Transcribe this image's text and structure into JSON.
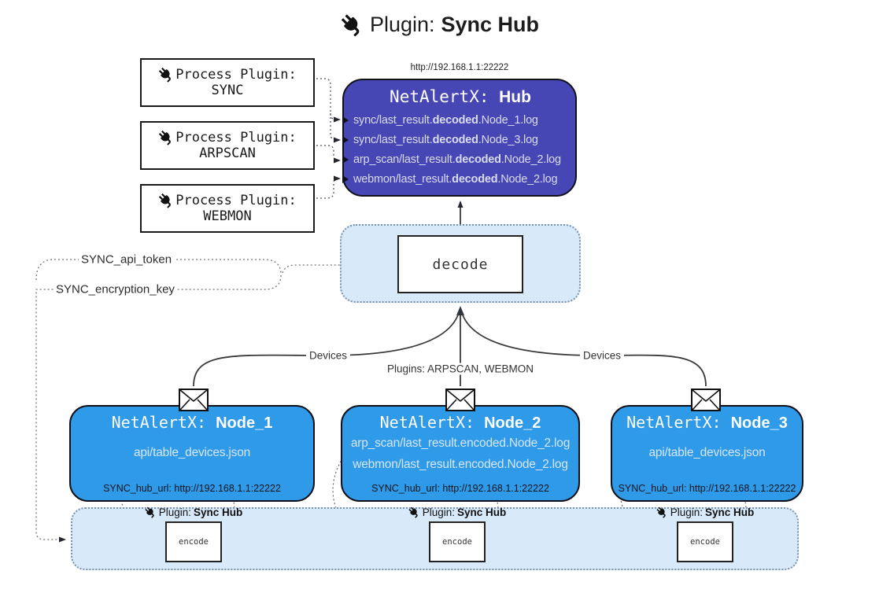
{
  "title": {
    "icon": "plug-icon",
    "pre": "Plugin: ",
    "bold": "Sync Hub"
  },
  "colors": {
    "hub_fill": "#4646B4",
    "node_fill": "#2E9AE8",
    "panel_fill": "#D8E9FA",
    "panel_border": "#7C93AD",
    "arrow": "#333333",
    "hub_text": "#D9DCEF"
  },
  "process_plugins": [
    {
      "line1": "Process Plugin:",
      "name": "SYNC"
    },
    {
      "line1": "Process Plugin:",
      "name": "ARPSCAN"
    },
    {
      "line1": "Process Plugin:",
      "name": "WEBMON"
    }
  ],
  "hub": {
    "url": "http://192.168.1.1:22222",
    "title_pre": "NetAlertX: ",
    "title_bold": "Hub",
    "lines": [
      {
        "pre": "sync/last_result.",
        "bold": "decoded",
        "post": ".Node_1.log"
      },
      {
        "pre": "sync/last_result.",
        "bold": "decoded",
        "post": ".Node_3.log"
      },
      {
        "pre": "arp_scan/last_result.",
        "bold": "decoded",
        "post": ".Node_2.log"
      },
      {
        "pre": "webmon/last_result.",
        "bold": "decoded",
        "post": ".Node_2.log"
      }
    ]
  },
  "decode": {
    "label": "decode"
  },
  "config": {
    "api_token": "SYNC_api_token",
    "encryption_key": "SYNC_encryption_key"
  },
  "edges": {
    "left": "Devices",
    "middle": "Plugins: ARPSCAN, WEBMON",
    "right": "Devices"
  },
  "nodes": [
    {
      "title_pre": "NetAlertX: ",
      "title_bold": "Node_1",
      "files": [
        "api/table_devices.json"
      ],
      "hub_url": "SYNC_hub_url: http://192.168.1.1:22222"
    },
    {
      "title_pre": "NetAlertX: ",
      "title_bold": "Node_2",
      "files": [
        "arp_scan/last_result.encoded.Node_2.log",
        "webmon/last_result.encoded.Node_2.log"
      ],
      "hub_url": "SYNC_hub_url: http://192.168.1.1:22222"
    },
    {
      "title_pre": "NetAlertX: ",
      "title_bold": "Node_3",
      "files": [
        "api/table_devices.json"
      ],
      "hub_url": "SYNC_hub_url: http://192.168.1.1:22222"
    }
  ],
  "bottom": {
    "plugin_pre": "Plugin: ",
    "plugin_bold": "Sync Hub",
    "encode_label": "encode"
  }
}
